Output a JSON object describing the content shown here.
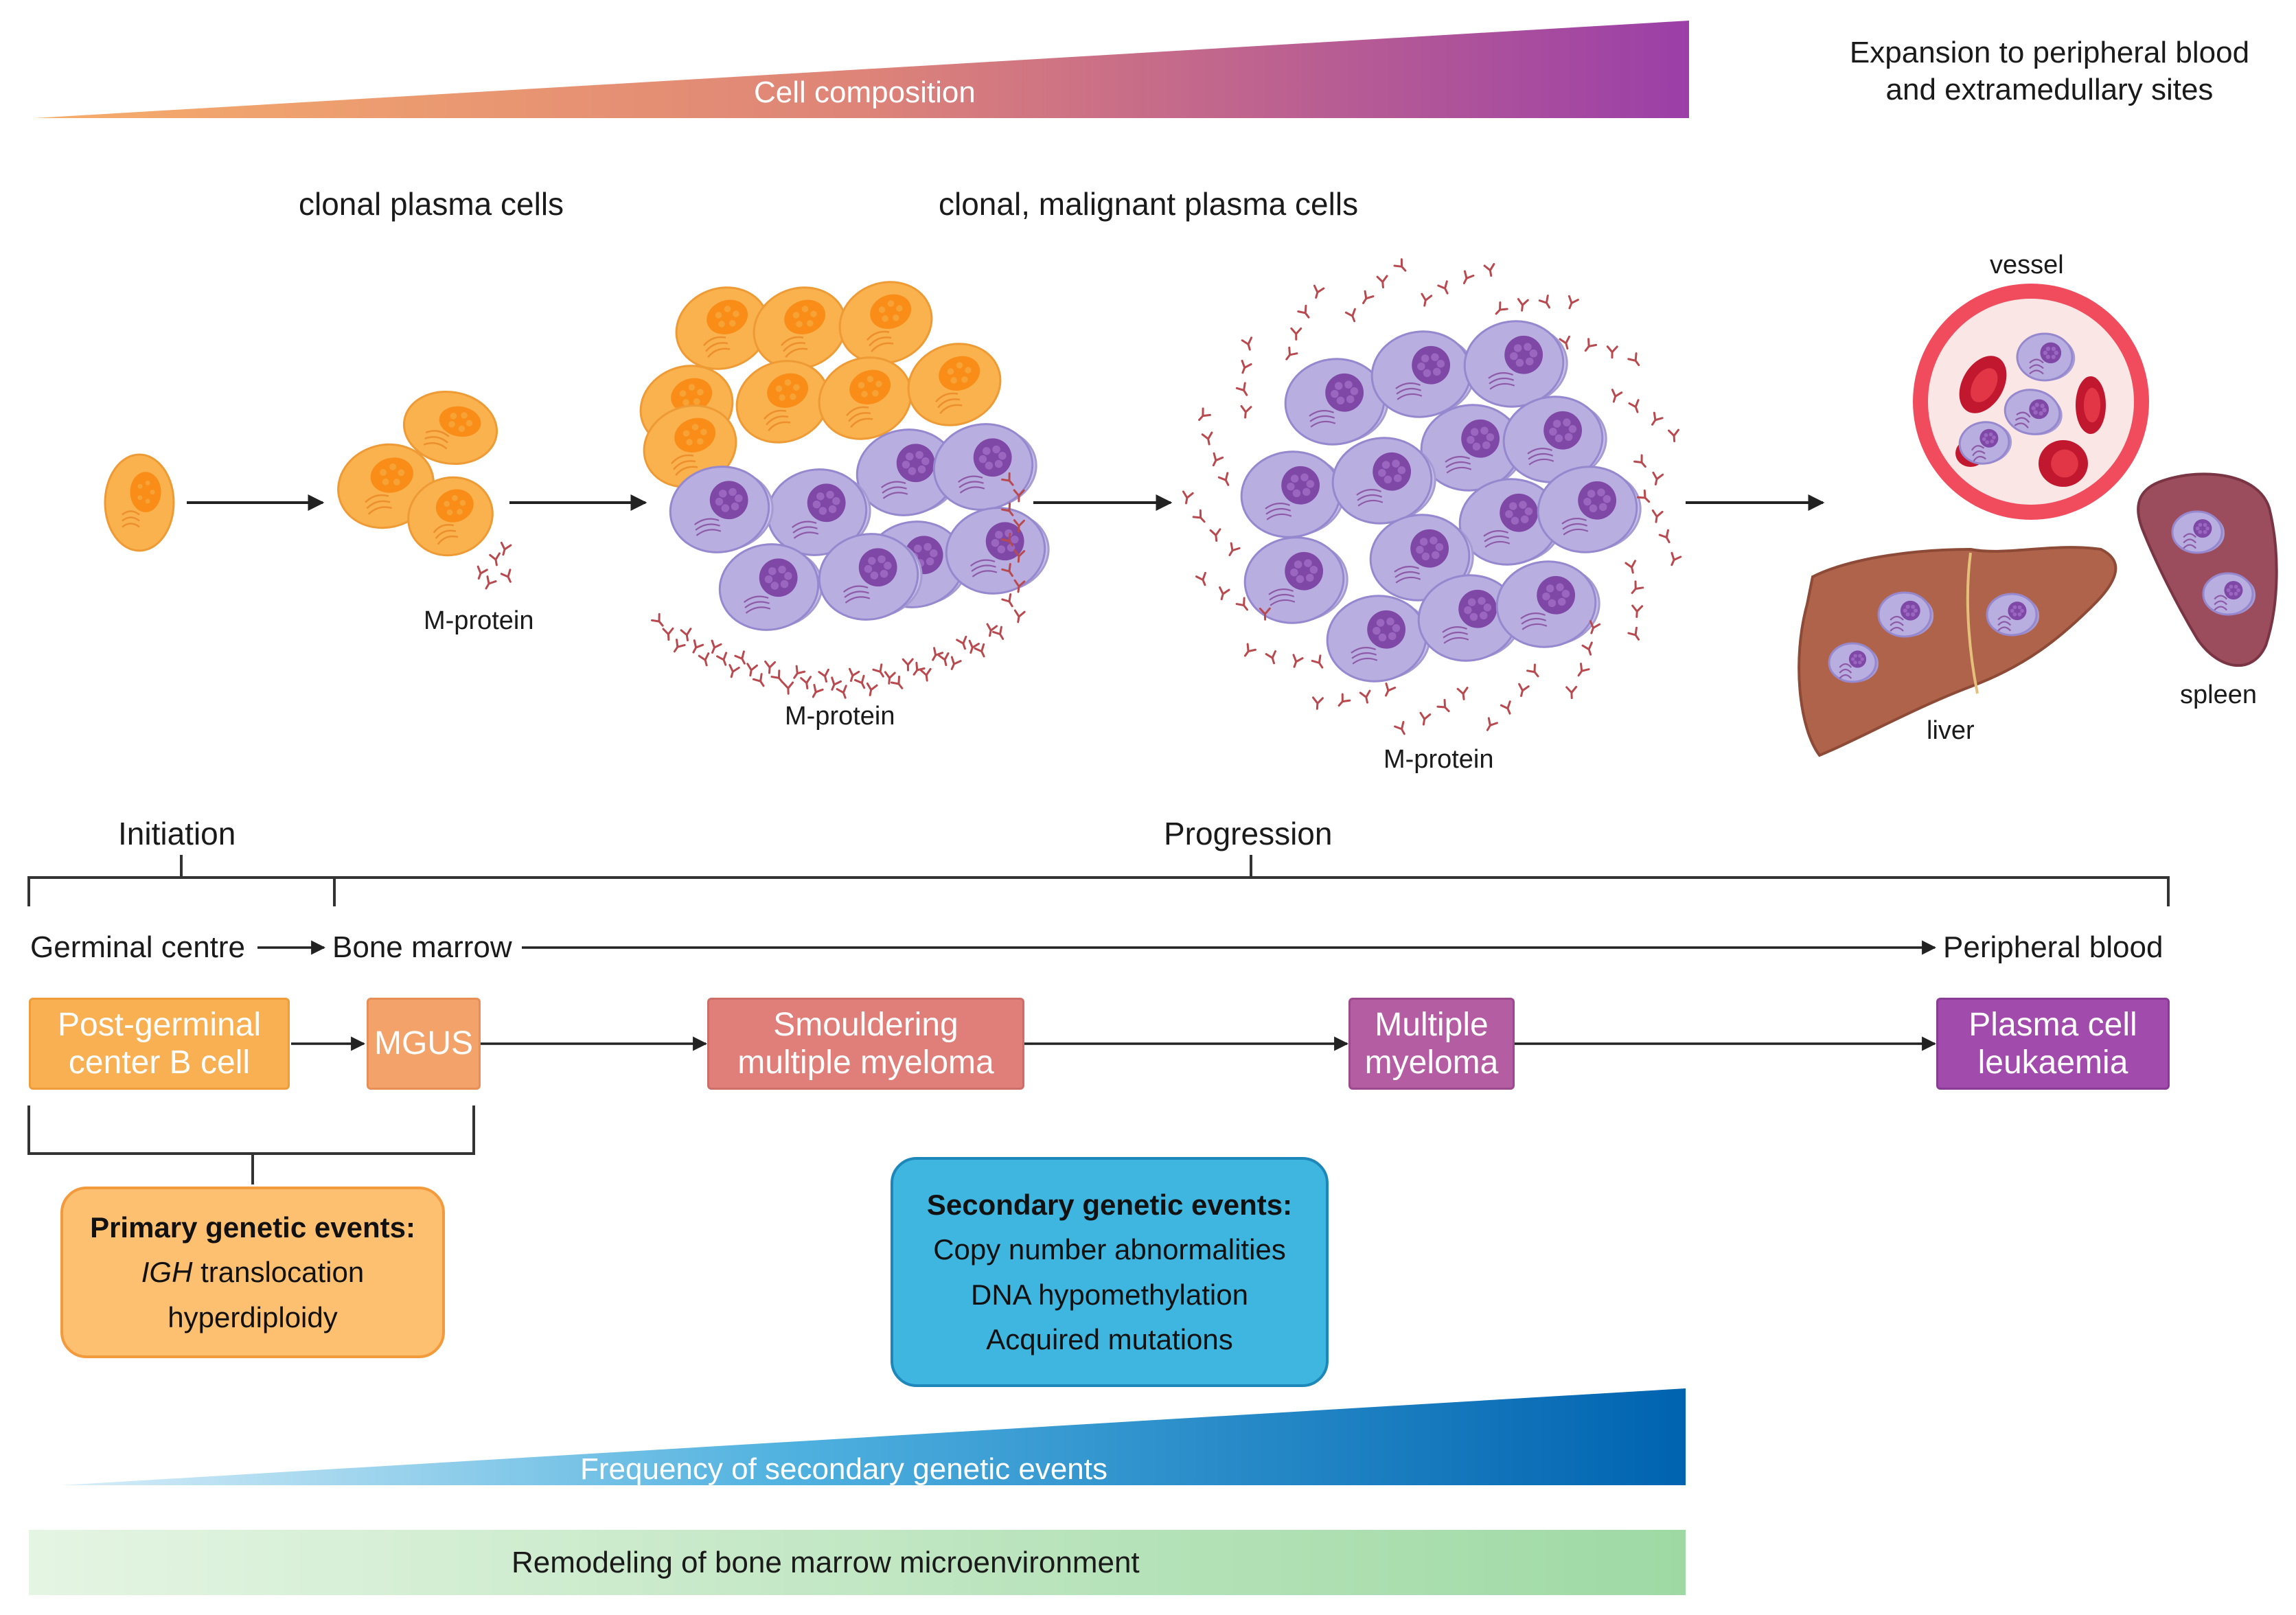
{
  "top_gradient": {
    "label": "Cell composition",
    "colors": [
      "#f6ad6a",
      "#de8478",
      "#9b3fa8"
    ]
  },
  "expansion_title": {
    "line1": "Expansion to peripheral blood",
    "line2": "and extramedullary sites"
  },
  "headings": {
    "clonal": "clonal plasma cells",
    "malignant": "clonal, malignant plasma cells"
  },
  "cell_labels": {
    "mprotein_1": "M-protein",
    "mprotein_2": "M-protein",
    "mprotein_3": "M-protein"
  },
  "organ_labels": {
    "vessel": "vessel",
    "liver": "liver",
    "spleen": "spleen"
  },
  "phases": {
    "initiation": "Initiation",
    "progression": "Progression"
  },
  "locations": {
    "germinal": "Germinal centre",
    "bone_marrow": "Bone marrow",
    "peripheral": "Peripheral blood"
  },
  "stages": [
    {
      "line1": "Post-germinal",
      "line2": "center B cell",
      "color": "#f8b052"
    },
    {
      "line1": "MGUS",
      "line2": "",
      "color": "#f3a26a"
    },
    {
      "line1": "Smouldering",
      "line2": "multiple myeloma",
      "color": "#e07f79"
    },
    {
      "line1": "Multiple",
      "line2": "myeloma",
      "color": "#b45da3"
    },
    {
      "line1": "Plasma cell",
      "line2": "leukaemia",
      "color": "#a14bad"
    }
  ],
  "primary_events": {
    "title": "Primary genetic events:",
    "item1_italic": "IGH",
    "item1_rest": " translocation",
    "item2": "hyperdiploidy",
    "fill": "#fdbf70",
    "border": "#f39a3c"
  },
  "secondary_events": {
    "title": "Secondary genetic events:",
    "items": [
      "Copy number abnormalities",
      "DNA hypomethylation",
      "Acquired mutations"
    ],
    "fill": "#3fb6df",
    "border": "#1c87b8"
  },
  "bottom_gradient": {
    "label": "Frequency of secondary genetic events",
    "colors": [
      "#d8eef8",
      "#4fb1df",
      "#0063b0"
    ]
  },
  "microenvironment": {
    "label": "Remodeling of bone marrow microenvironment",
    "colors": [
      "#e5f5e3",
      "#9ed9a4"
    ]
  }
}
